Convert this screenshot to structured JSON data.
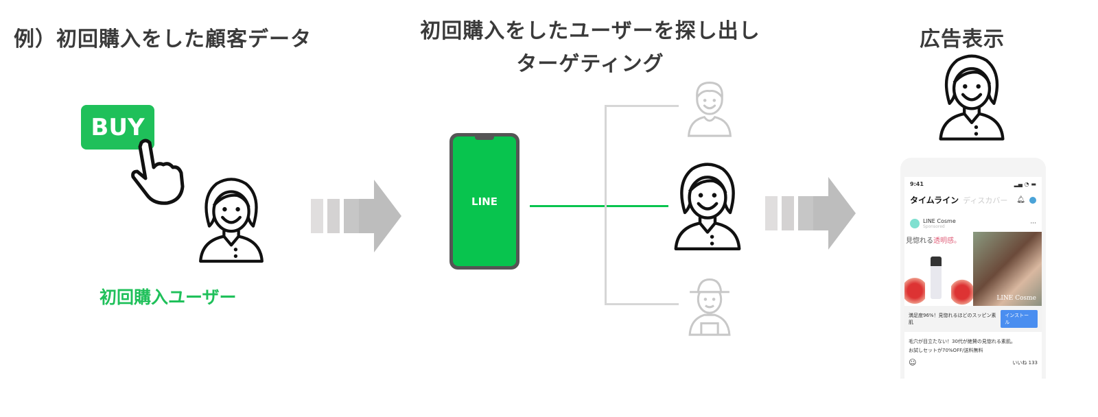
{
  "titles": {
    "left": "例）初回購入をした顧客データ",
    "middle_line1": "初回購入をしたユーザーを探し出し",
    "middle_line2": "ターゲティング",
    "right": "広告表示"
  },
  "buy_button": "BUY",
  "first_buyer_label": "初回購入ユーザー",
  "phone_app": "LINE",
  "colors": {
    "green": "#1fc05a",
    "line_green": "#08c44e",
    "gray": "#c8c8c8"
  },
  "ad_mock": {
    "time": "9:41",
    "tab_active": "タイムライン",
    "tab_inactive": "ディスカバー",
    "account": "LINE Cosme",
    "sponsored": "Sponsored",
    "headline_prefix": "見惚れる",
    "headline_accent": "透明感。",
    "image_brand": "LINE Cosme",
    "cta_text": "満足度96%！見惚れるほどのスッピン素肌",
    "cta_button": "インストール",
    "body_line1": "毛穴が目立たない！30代が絶賛の見惚れる素肌。",
    "body_line2": "お試しセットが70%OFF/送料無料",
    "likes": "いいね 133"
  }
}
